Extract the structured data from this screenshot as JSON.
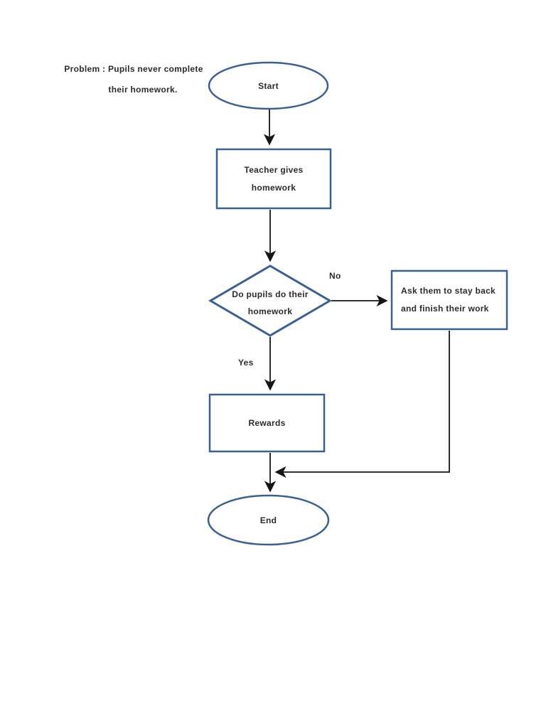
{
  "page": {
    "background": "#ffffff"
  },
  "problem_note": {
    "line1": "Problem : Pupils never complete",
    "line2": "their homework."
  },
  "flowchart": {
    "nodes": {
      "start": {
        "type": "ellipse",
        "label": "Start"
      },
      "teacher": {
        "type": "rect",
        "line1": "Teacher gives",
        "line2": "homework"
      },
      "decision": {
        "type": "diamond",
        "line1": "Do pupils do their",
        "line2": "homework"
      },
      "ask": {
        "type": "rect",
        "line1": "Ask them to stay back",
        "line2": "and finish their work"
      },
      "rewards": {
        "type": "rect",
        "label": "Rewards"
      },
      "end": {
        "type": "ellipse",
        "label": "End"
      }
    },
    "edges": {
      "no_label": "No",
      "yes_label": "Yes"
    },
    "colors": {
      "shape_border": "#3a6094",
      "connector": "#151515",
      "text": "#2b2b2b",
      "page_bg": "#ffffff"
    }
  }
}
